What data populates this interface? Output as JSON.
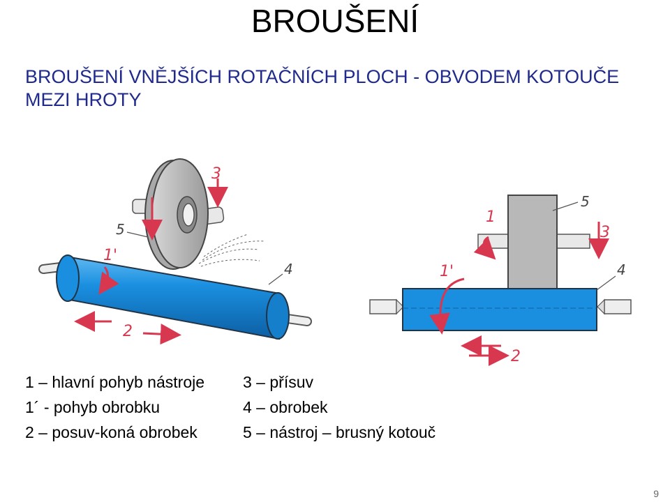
{
  "title": "BROUŠENÍ",
  "subtitle": {
    "line1": "BROUŠENÍ VNĚJŠÍCH ROTAČNÍCH PLOCH  -  OBVODEM KOTOUČE",
    "line2": "MEZI HROTY"
  },
  "diagram_labels": {
    "n1": "1",
    "n1p": "1'",
    "n2": "2",
    "n3": "3",
    "n4": "4",
    "n5": "5"
  },
  "legend": [
    [
      "1 – hlavní pohyb nástroje",
      "3 – přísuv"
    ],
    [
      "1´ - pohyb obrobku",
      "4 – obrobek"
    ],
    [
      "2 – posuv-koná obrobek",
      "5 – nástroj – brusný kotouč"
    ]
  ],
  "page_number": "9",
  "colors": {
    "workpiece": "#1a8fe0",
    "wheel": "#b8b8b8",
    "arrow": "#d8384f",
    "subtitle": "#1f2a8c"
  }
}
